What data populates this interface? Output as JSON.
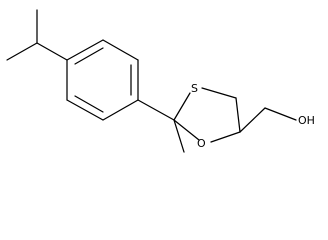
{
  "atoms": {
    "sulfur": "S",
    "oxygen": "O",
    "hydroxyl": "OH"
  }
}
